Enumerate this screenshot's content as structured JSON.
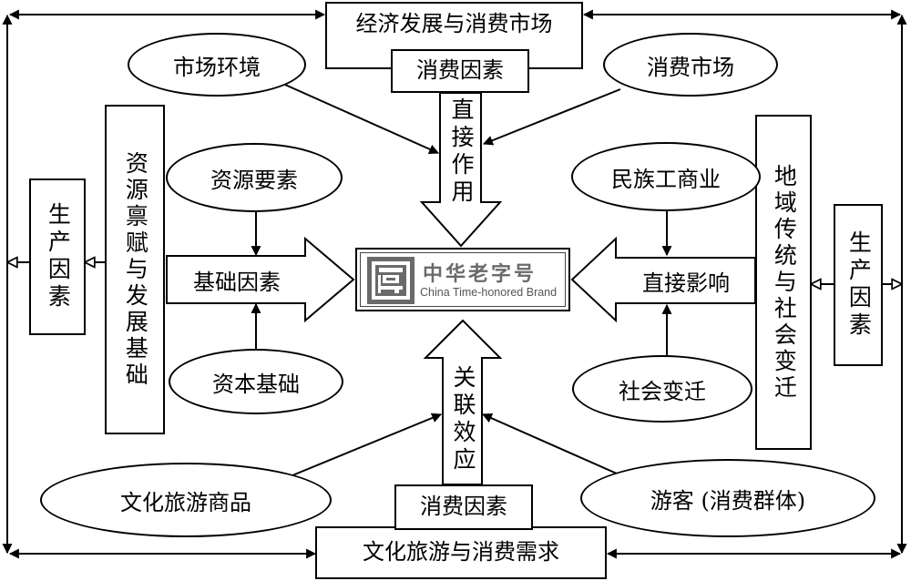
{
  "diagram": {
    "top_box": "经济发展与消费市场",
    "top_factor": "消费因素",
    "top_arrow_label": "直接作用",
    "bottom_box": "文化旅游与消费需求",
    "bottom_factor": "消费因素",
    "bottom_arrow_label": "关联效应",
    "left_outer_box": "生产因素",
    "left_inner_box": "资源禀赋与发展基础",
    "left_arrow_label": "基础因素",
    "right_outer_box": "生产因素",
    "right_inner_box": "地域传统与社会变迁",
    "right_arrow_label": "直接影响",
    "ellipses": {
      "market_env": "市场环境",
      "consumer_market": "消费市场",
      "resource_factors": "资源要素",
      "capital_base": "资本基础",
      "ethnic_commerce": "民族工商业",
      "social_change": "社会变迁",
      "cultural_tourism_goods": "文化旅游商品",
      "tourists": "游客 (消费群体)"
    },
    "center_logo": {
      "cn": "中华老字号",
      "en": "China Time-honored Brand"
    }
  }
}
